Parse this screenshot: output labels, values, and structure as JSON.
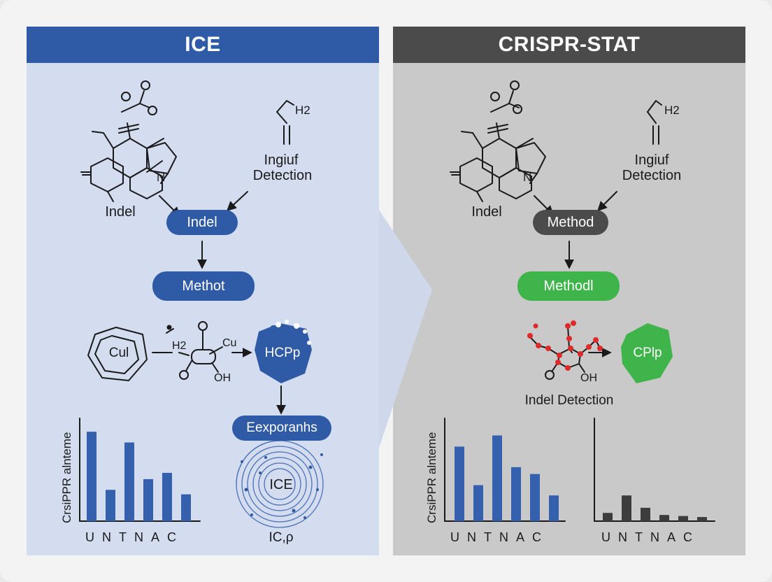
{
  "colors": {
    "ice_blue": "#2f5aa6",
    "crispr_dark": "#4b4b4b",
    "method_green": "#3fb44a",
    "left_bg": "#d3ddef",
    "right_bg": "#c9c9c9",
    "bar_blue": "#3560ad",
    "bar_dark": "#3d3d3d",
    "dot_red": "#e02a2a"
  },
  "left": {
    "title": "ICE",
    "label_indel": "Indel",
    "label_detect_1": "Ingiuf",
    "label_detect_2": "Detection",
    "mol_n": "N",
    "mol_h2": "H2",
    "pill_indel": "Indel",
    "pill_method": "Methot",
    "circle_label": "Cul",
    "chem_h2": "H2",
    "chem_cu": "Cu",
    "chem_oh": "OH",
    "hex_label": "HCPp",
    "pill_export": "Eexporanhs",
    "spiral_label": "ICE",
    "bottom_label": "IC,ρ",
    "icons": [
      "molecule-icon",
      "spiral-icon",
      "protein-icon"
    ]
  },
  "right": {
    "title": "CRISPR-STAT",
    "label_indel": "Indel",
    "label_detect_1": "Ingiuf",
    "label_detect_2": "Detection",
    "mol_n": "N",
    "mol_h2": "H2",
    "pill_method": "Method",
    "pill_method2": "Methodl",
    "chem_oh": "OH",
    "hex_label": "CPlp",
    "indel_detection": "Indel Detection"
  },
  "chart_data": [
    {
      "type": "bar",
      "ylabel": "CrsiPPR alnteme",
      "categories": [
        "U",
        "N",
        "T",
        "N",
        "A",
        "C"
      ],
      "values": [
        1.0,
        0.35,
        0.88,
        0.47,
        0.54,
        0.3
      ],
      "ylim": [
        0,
        1.15
      ],
      "color": "#3560ad"
    },
    {
      "type": "bar",
      "ylabel": "CrsiPPR alnteme",
      "categories": [
        "U",
        "N",
        "T",
        "N",
        "A",
        "C"
      ],
      "values": [
        0.87,
        0.42,
        1.0,
        0.63,
        0.55,
        0.3
      ],
      "ylim": [
        0,
        1.2
      ],
      "color": "#3560ad"
    },
    {
      "type": "bar",
      "ylabel": "",
      "categories": [
        "U",
        "N",
        "T",
        "N",
        "A",
        "C"
      ],
      "values": [
        0.08,
        0.25,
        0.13,
        0.06,
        0.05,
        0.04
      ],
      "ylim": [
        0,
        1.0
      ],
      "color": "#3d3d3d"
    }
  ]
}
